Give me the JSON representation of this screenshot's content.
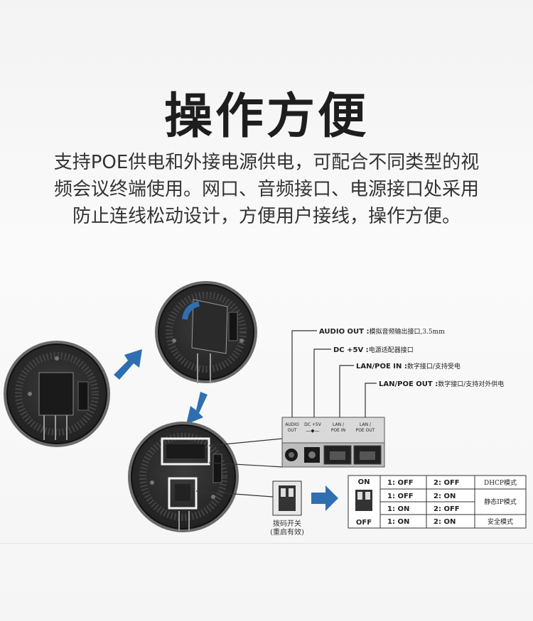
{
  "title": "操作方便",
  "description": {
    "line1": "支持POE供电和外接电源供电，可配合不同类型的视",
    "line2": "频会议终端使用。网口、音频接口、电源接口处采用",
    "line3": "防止连线松动设计，方便用户接线，操作方便。"
  },
  "ports": {
    "audio_out": {
      "label": "AUDIO OUT :",
      "desc": "模拟音频输出接口,3.5mm",
      "short": [
        "AUDIO",
        "OUT"
      ]
    },
    "dc": {
      "label": "DC +5V :",
      "desc": "电源适配器接口",
      "short": [
        "DC +5V"
      ]
    },
    "poe_in": {
      "label": "LAN/POE IN :",
      "desc": "数字接口/支持受电",
      "short": [
        "LAN /",
        "POE IN"
      ]
    },
    "poe_out": {
      "label": "LAN/POE OUT :",
      "desc": "数字接口/支持对外供电",
      "short": [
        "LAN /",
        "POE OUT"
      ]
    }
  },
  "switch": {
    "caption1": "拨码开关",
    "caption2": "(重启有效)",
    "on": "ON",
    "off": "OFF"
  },
  "mode_table": {
    "rows": [
      {
        "s1": "1: OFF",
        "s2": "2: OFF",
        "mode": "DHCP模式"
      },
      {
        "s1": "1: OFF",
        "s2": "2: ON",
        "mode": "静态IP模式"
      },
      {
        "s1": "1: ON",
        "s2": "2: OFF",
        "mode": "静态IP模式"
      },
      {
        "s1": "1: ON",
        "s2": "2: ON",
        "mode": "安全模式"
      }
    ]
  },
  "colors": {
    "arrow": "#2f6fb1",
    "device": "#2b2b2b",
    "ring": "#5a5a5a"
  }
}
